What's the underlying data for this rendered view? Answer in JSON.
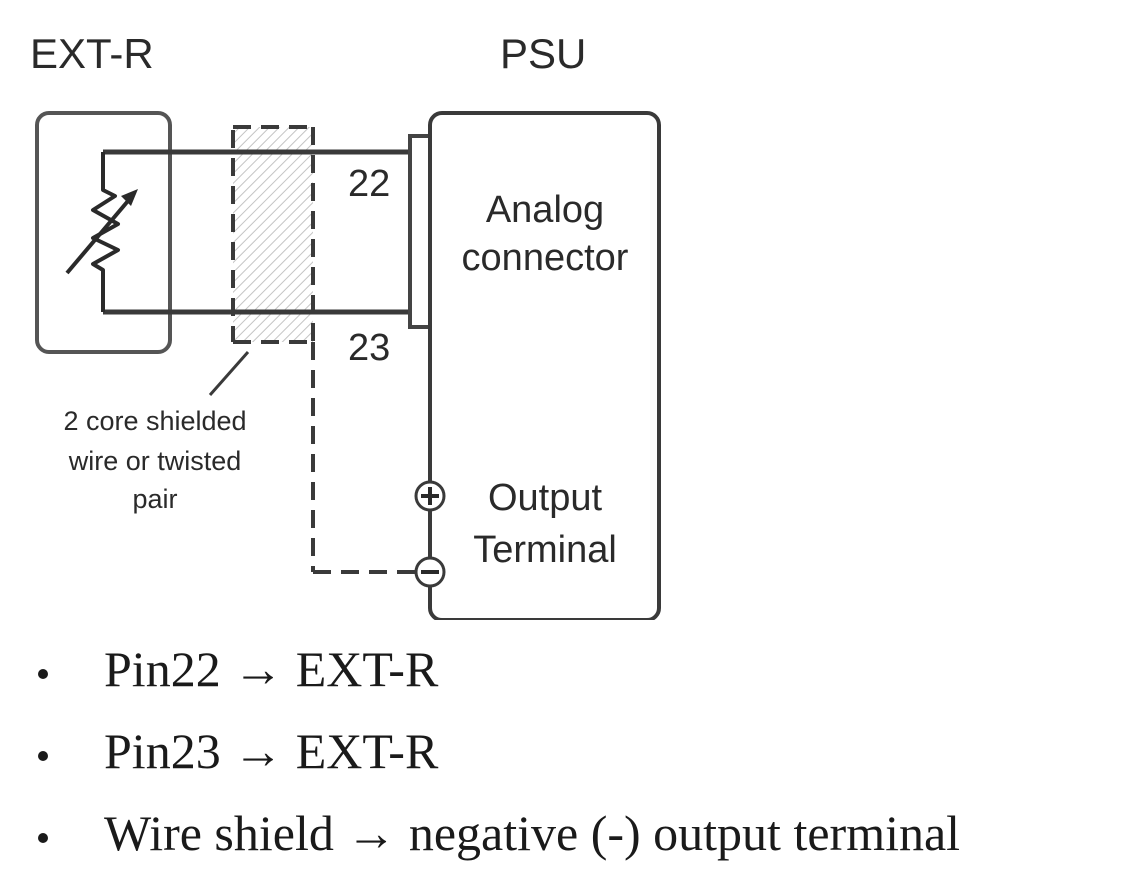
{
  "labels": {
    "ext_r_title": "EXT-R",
    "psu_title": "PSU",
    "pin_22": "22",
    "pin_23": "23",
    "analog_line1": "Analog",
    "analog_line2": "connector",
    "output_line1": "Output",
    "output_line2": "Terminal",
    "cable_note_line1": "2 core shielded",
    "cable_note_line2": "wire or twisted",
    "cable_note_line3": "pair",
    "plus_symbol": "+",
    "minus_symbol": "−"
  },
  "icons": {
    "resistor": "variable-resistor-icon",
    "positive_terminal": "plus-circle-icon",
    "negative_terminal": "minus-circle-icon"
  },
  "connections": [
    {
      "text": "Pin22 → EXT-R"
    },
    {
      "text": "Pin23 → EXT-R"
    },
    {
      "text": "Wire shield → negative (-) output terminal"
    }
  ],
  "colors": {
    "line": "#3a3a3a",
    "box": "#555555",
    "hatch": "#c8c8c8",
    "text": "#2a2a2a"
  }
}
